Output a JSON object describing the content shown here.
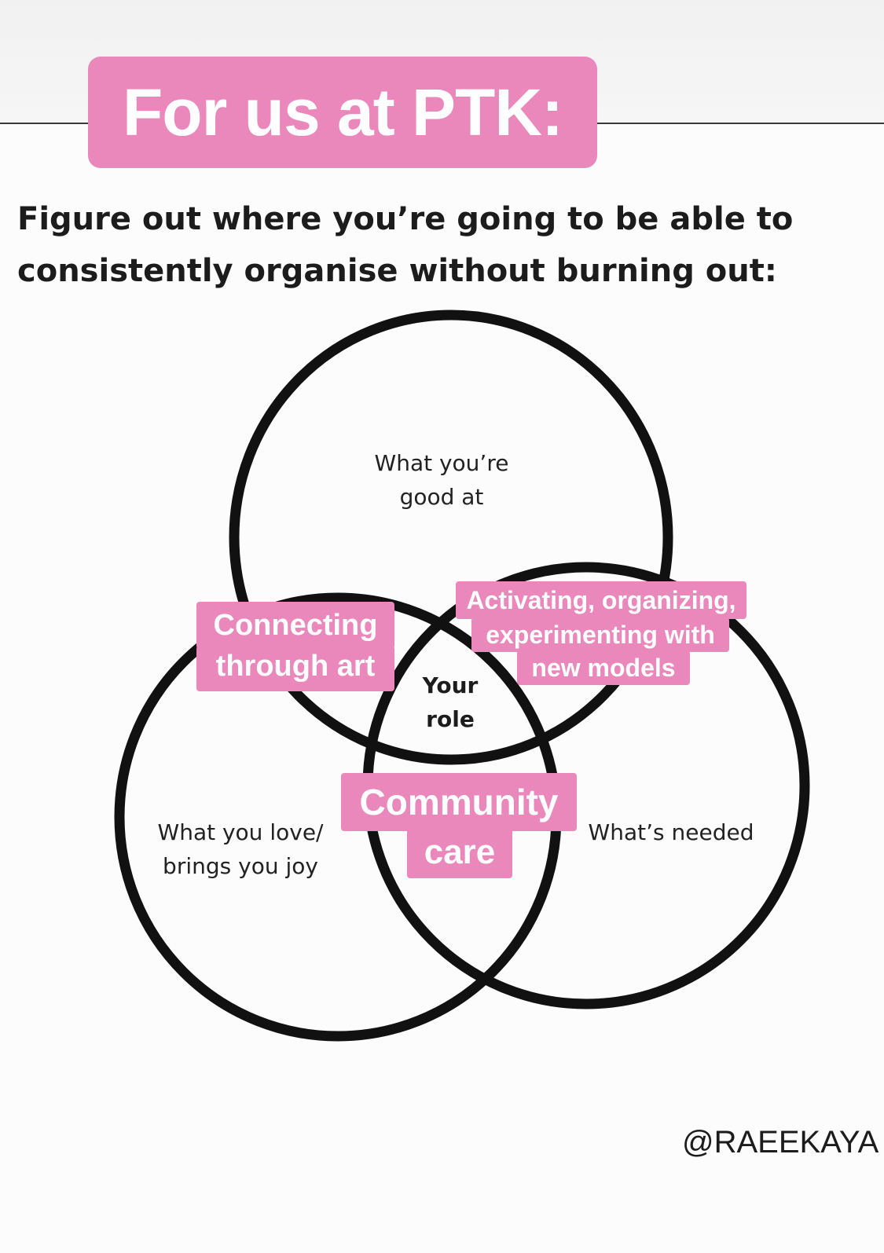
{
  "header": {
    "title": "For us at PTK:",
    "subtitle_lines": [
      "Figure out where you’re going to be able to",
      "consistently organise without burning out:"
    ]
  },
  "venn": {
    "circles": [
      {
        "lines": [
          "What you’re",
          "good at"
        ]
      },
      {
        "lines": [
          "What you love/",
          "brings you joy"
        ]
      },
      {
        "lines": [
          "What’s needed"
        ]
      }
    ],
    "center": {
      "lines": [
        "Your",
        "role"
      ]
    },
    "annotations": [
      {
        "name": "connecting-through-art-tag",
        "lines": [
          "Connecting",
          "through art"
        ]
      },
      {
        "name": "activating-organizing-tag",
        "lines": [
          "Activating, organizing,",
          "experimenting with",
          "new models"
        ]
      },
      {
        "name": "community-care-tag",
        "lines": [
          "Community",
          "care"
        ]
      }
    ],
    "colors": {
      "accent": "#ea88bc",
      "stroke": "#111111",
      "text": "#1c1c1c"
    }
  },
  "footer": {
    "handle": "@RAEEKAYA"
  }
}
